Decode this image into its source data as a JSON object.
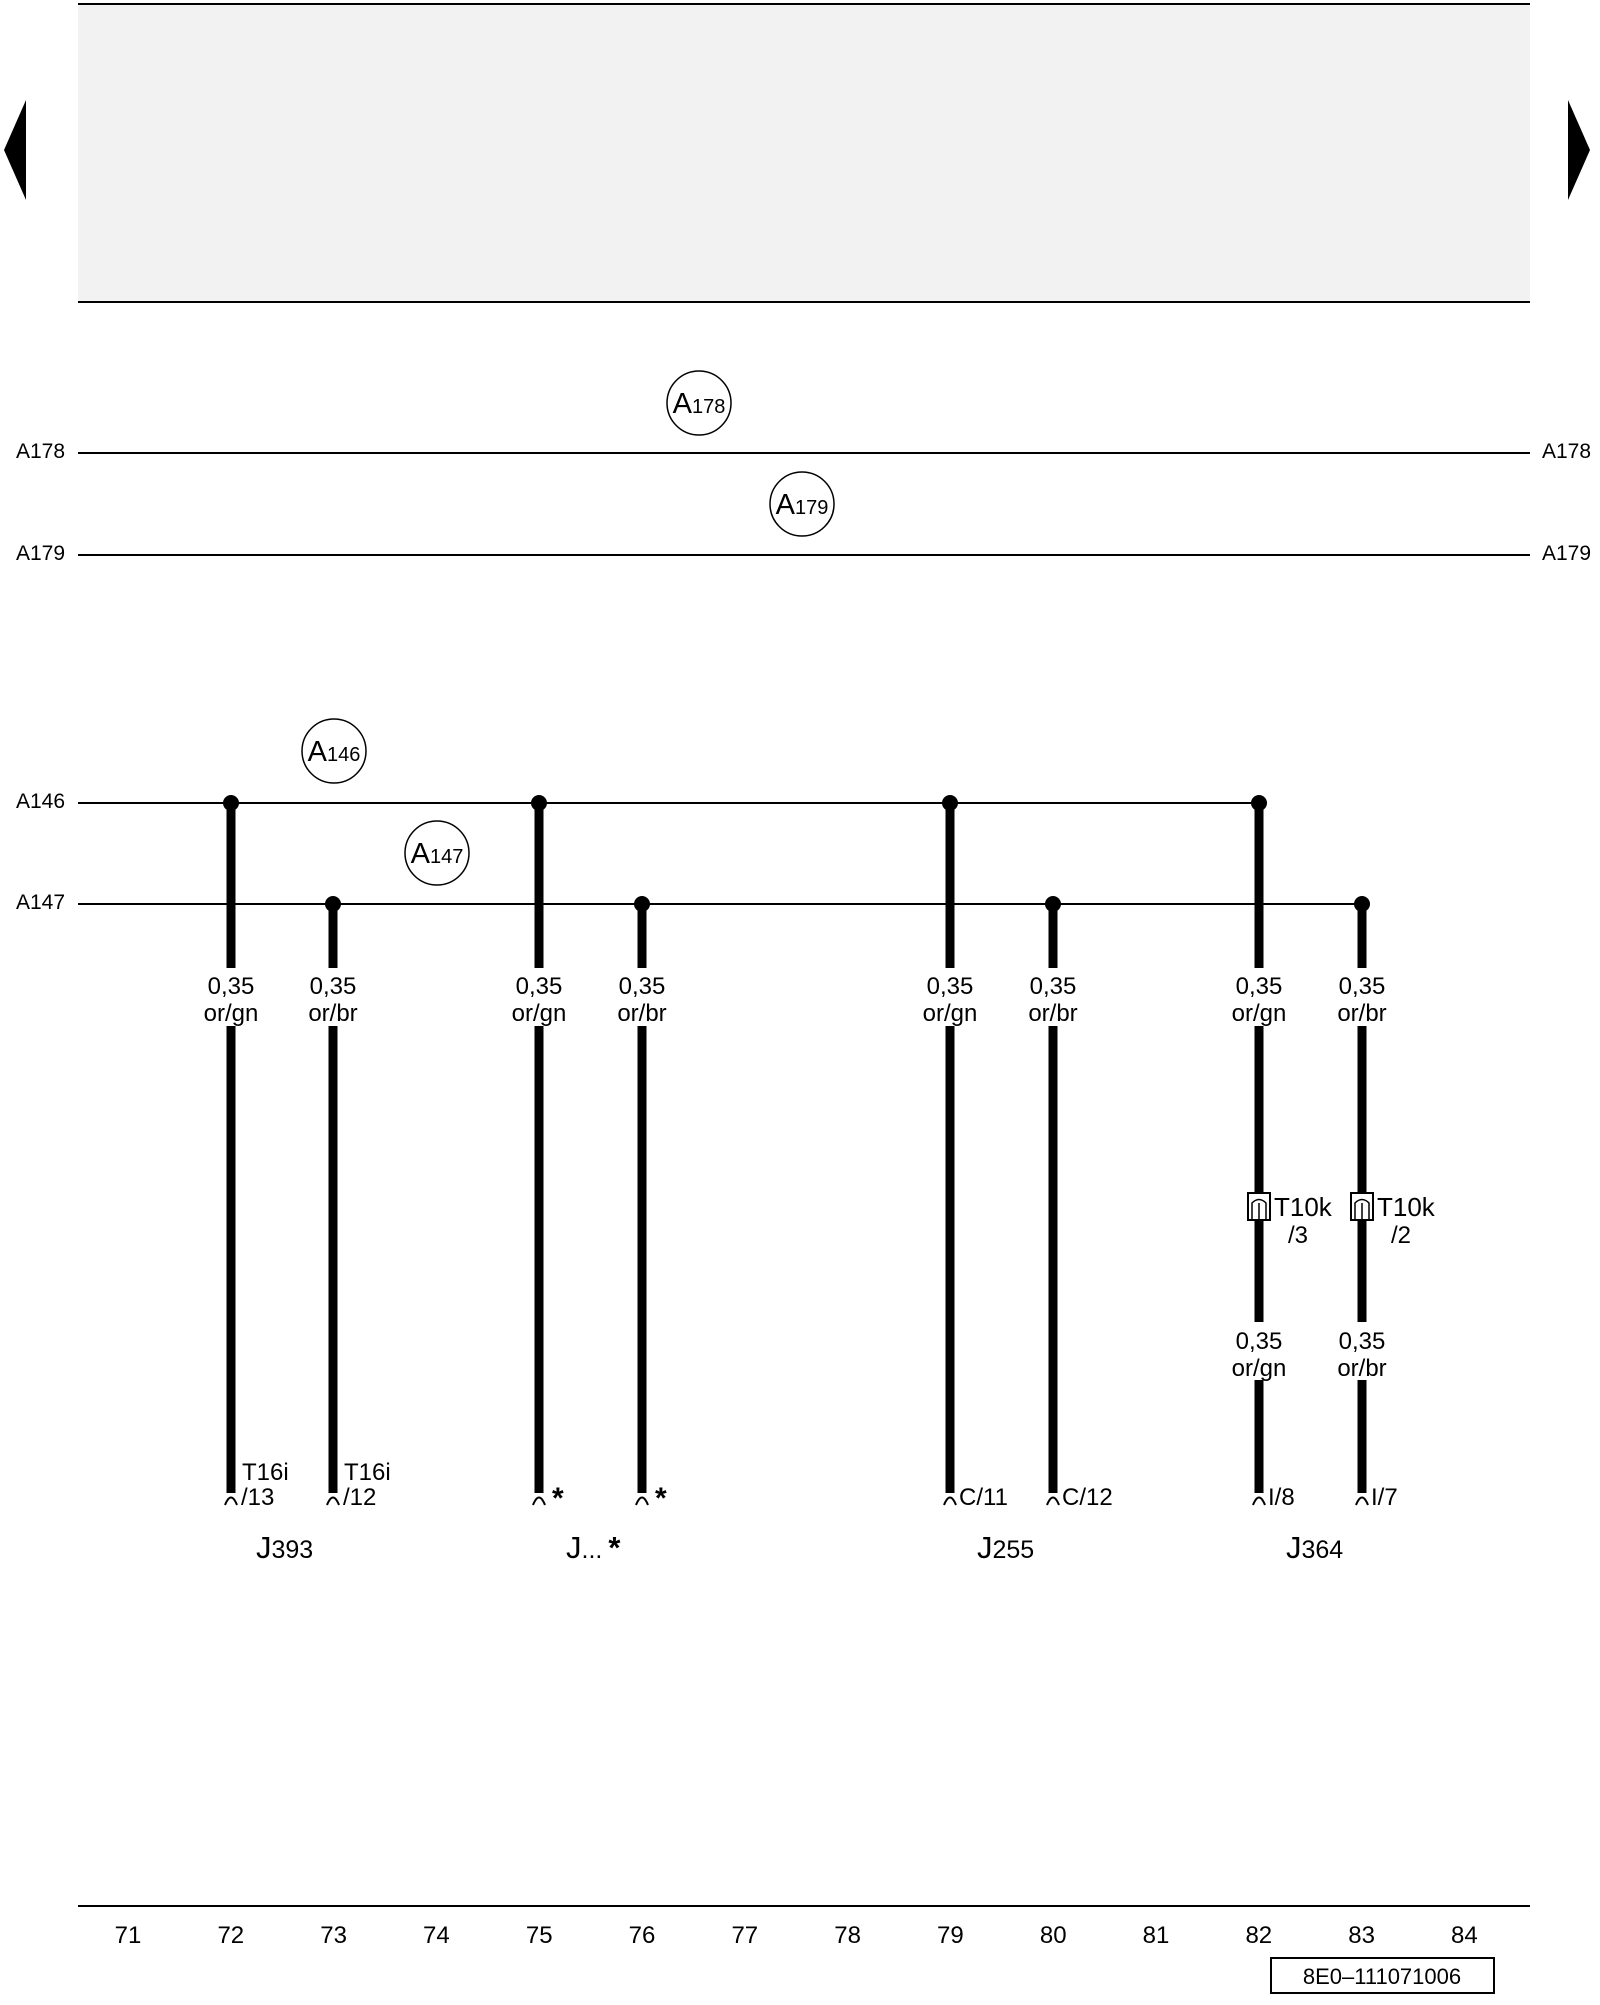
{
  "bus_lines": [
    {
      "id": "A178",
      "left_label": "A178",
      "right_label": "A178"
    },
    {
      "id": "A179",
      "left_label": "A179",
      "right_label": "A179"
    },
    {
      "id": "A146",
      "left_label": "A146",
      "right_label": ""
    },
    {
      "id": "A147",
      "left_label": "A147",
      "right_label": ""
    }
  ],
  "circle_markers": [
    {
      "main": "A",
      "sub": "178"
    },
    {
      "main": "A",
      "sub": "179"
    },
    {
      "main": "A",
      "sub": "146"
    },
    {
      "main": "A",
      "sub": "147"
    }
  ],
  "wires": [
    {
      "column": 72,
      "bus": "A146",
      "size": "0,35",
      "color": "or/gn",
      "end_line1": "T16i",
      "end_line2": "/13"
    },
    {
      "column": 73,
      "bus": "A147",
      "size": "0,35",
      "color": "or/br",
      "end_line1": "T16i",
      "end_line2": "/12"
    },
    {
      "column": 75,
      "bus": "A146",
      "size": "0,35",
      "color": "or/gn",
      "end_line1": "",
      "end_line2": "*"
    },
    {
      "column": 76,
      "bus": "A147",
      "size": "0,35",
      "color": "or/br",
      "end_line1": "",
      "end_line2": "*"
    },
    {
      "column": 79,
      "bus": "A146",
      "size": "0,35",
      "color": "or/gn",
      "end_line1": "",
      "end_line2": "C/11"
    },
    {
      "column": 80,
      "bus": "A147",
      "size": "0,35",
      "color": "or/br",
      "end_line1": "",
      "end_line2": "C/12"
    },
    {
      "column": 82,
      "bus": "A146",
      "size": "0,35",
      "color": "or/gn",
      "end_line1": "",
      "end_line2": "I/8",
      "connector": {
        "name": "T10k",
        "pin": "/3"
      },
      "size2": "0,35",
      "color2": "or/gn"
    },
    {
      "column": 83,
      "bus": "A147",
      "size": "0,35",
      "color": "or/br",
      "end_line1": "",
      "end_line2": "I/7",
      "connector": {
        "name": "T10k",
        "pin": "/2"
      },
      "size2": "0,35",
      "color2": "or/br"
    }
  ],
  "components": [
    {
      "main": "J",
      "sub": "393",
      "suffix": ""
    },
    {
      "main": "J",
      "sub": "...",
      "suffix": "*"
    },
    {
      "main": "J",
      "sub": "255",
      "suffix": ""
    },
    {
      "main": "J",
      "sub": "364",
      "suffix": ""
    }
  ],
  "column_numbers": [
    "71",
    "72",
    "73",
    "74",
    "75",
    "76",
    "77",
    "78",
    "79",
    "80",
    "81",
    "82",
    "83",
    "84"
  ],
  "doc_code": "8E0–111071006",
  "colors": {
    "ink": "#000000",
    "panel": "#f2f2f2"
  }
}
